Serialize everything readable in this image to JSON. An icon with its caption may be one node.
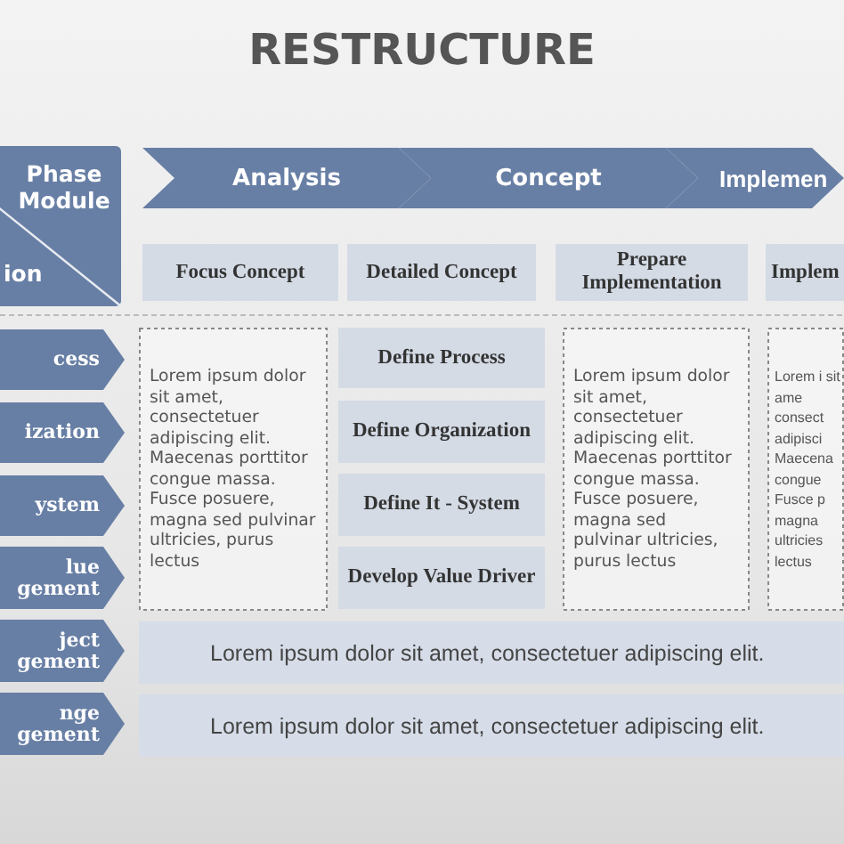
{
  "diagram": {
    "title": "RESTRUCTURE",
    "nodes": [
      {
        "text": [
          "Phase Module",
          "ion"
        ]
      },
      {
        "text": [
          "Analysis"
        ]
      },
      {
        "text": [
          "Concept"
        ]
      },
      {
        "text": [
          "Implemen"
        ]
      },
      {
        "text": [
          "Focus Concept"
        ]
      },
      {
        "text": [
          "Detailed Concept"
        ]
      },
      {
        "text": [
          "Prepare Implementation"
        ]
      },
      {
        "text": [
          "Implem"
        ]
      },
      {
        "text": [
          "cess"
        ]
      },
      {
        "text": [
          "ization"
        ]
      },
      {
        "text": [
          "ystem"
        ]
      },
      {
        "text": [
          "lue gement"
        ]
      },
      {
        "text": [
          "ject gement"
        ]
      },
      {
        "text": [
          "nge gement"
        ]
      },
      {
        "text": [
          "Lorem ipsum dolor sit amet, consectetuer adipiscing elit. Maecenas porttitor congue massa. Fusce posuere, magna sed pulvinar ultricies, purus lectus"
        ]
      },
      {
        "text": [
          "Define Process"
        ]
      },
      {
        "text": [
          "Define Organization"
        ]
      },
      {
        "text": [
          "Define It - System"
        ]
      },
      {
        "text": [
          "Develop Value Driver"
        ]
      },
      {
        "text": [
          "Lorem ipsum dolor sit amet, consectetuer adipiscing elit. Maecenas porttitor congue massa. Fusce posuere, magna sed pulvinar ultricies, purus lectus"
        ]
      },
      {
        "text": [
          "Lorem i sit ame consect adipisci Maecena congue Fusce p magna ultricies lectus"
        ]
      },
      {
        "text": [
          "Lorem ipsum dolor sit amet, consectetuer adipiscing elit."
        ]
      },
      {
        "text": [
          "Lorem ipsum dolor sit amet, consectetuer adipiscing elit."
        ]
      }
    ],
    "edges": []
  }
}
